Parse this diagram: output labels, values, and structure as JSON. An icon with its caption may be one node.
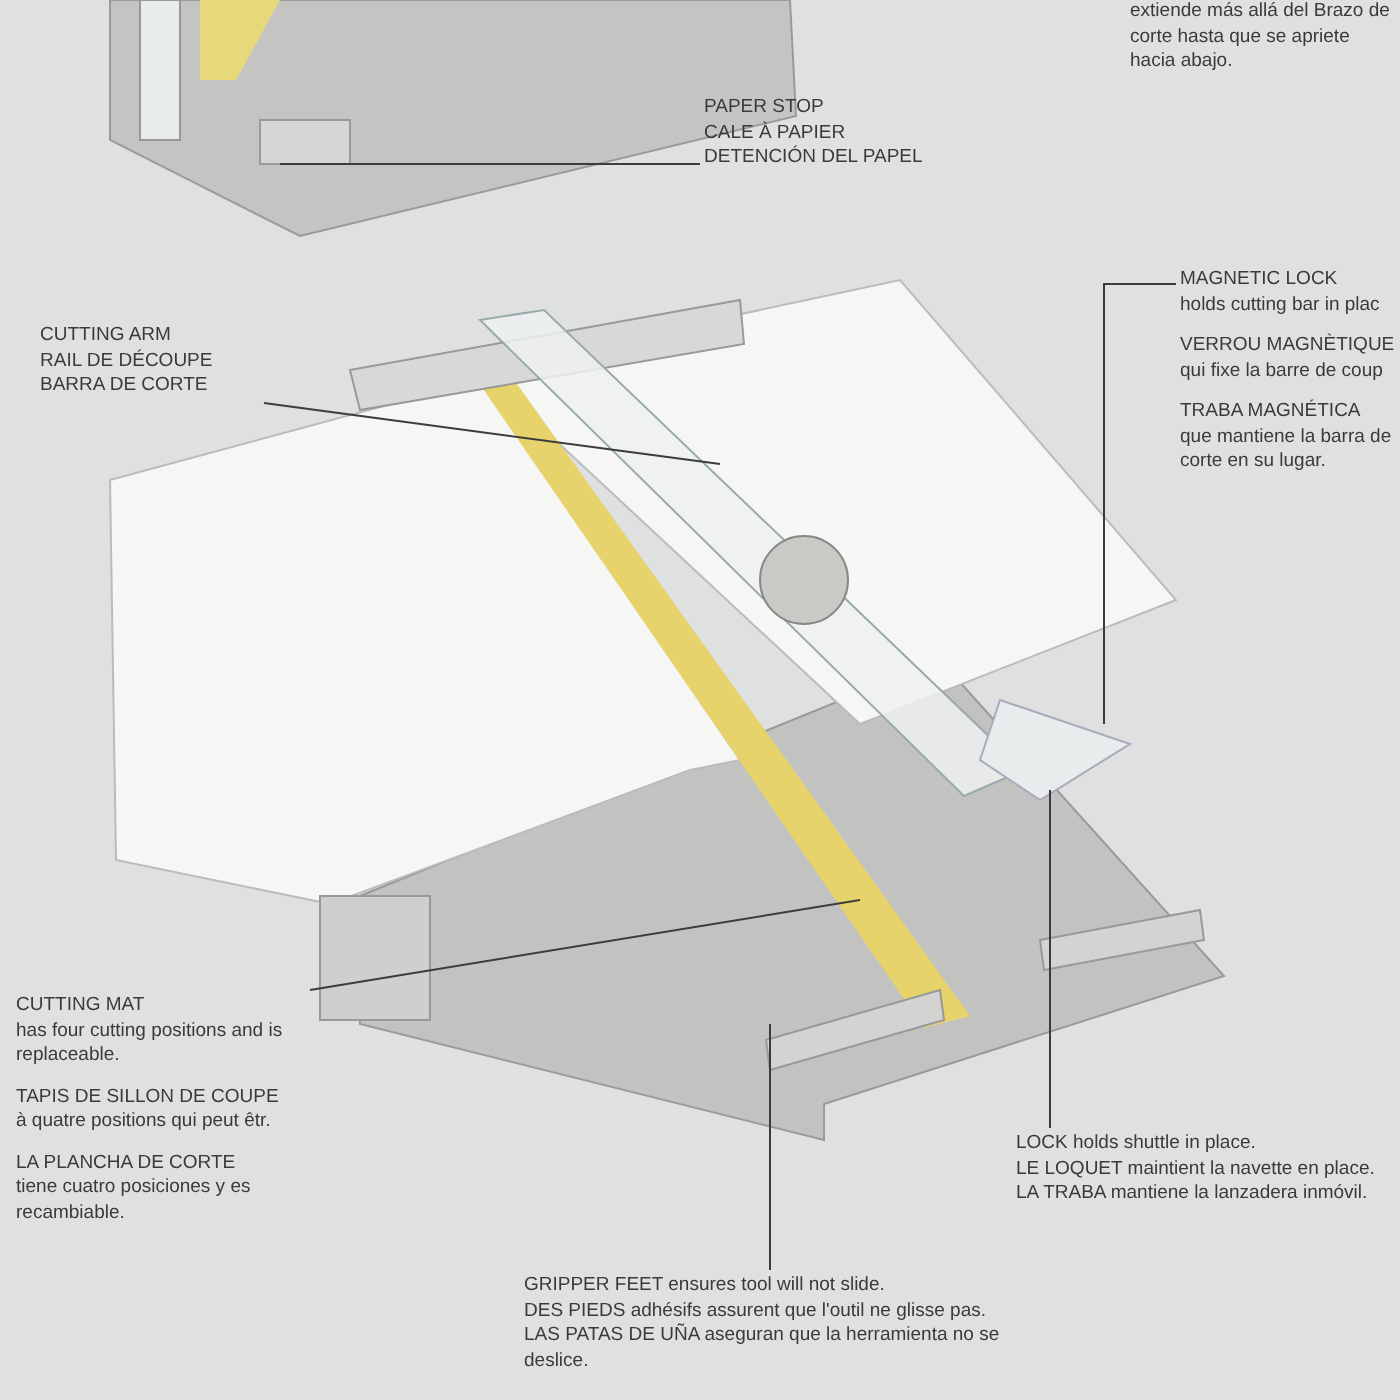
{
  "diagram": {
    "nodes": [
      {
        "text": [
          "extiende más allá del Brazo de corte hasta que se apriete hacia abajo."
        ]
      },
      {
        "text": [
          "PAPER STOP",
          "CALE À PAPIER",
          "DETENCIÓN DEL PAPEL"
        ]
      },
      {
        "text": [
          "CUTTING ARM",
          "RAIL DE DÉCOUPE",
          "BARRA DE CORTE"
        ]
      },
      {
        "text": [
          "MAGNETIC LOCK",
          "holds cutting bar in plac",
          "VERROU MAGNÈTIQUE",
          "qui fixe la barre de coup",
          "TRABA MAGNÉTICA",
          "que mantiene la barra de corte en su lugar."
        ]
      },
      {
        "text": [
          "CUTTING MAT",
          "has four cutting positions and is replaceable.",
          "TAPIS DE SILLON DE COUPE",
          "à quatre positions qui peut êtr.",
          "LA PLANCHA DE CORTE",
          "tiene cuatro posiciones y es recambiable."
        ]
      },
      {
        "text": [
          "LOCK holds shuttle in place.",
          "LE LOQUET maintient la navette en place.",
          "LA TRABA mantiene la lanzadera inmóvil."
        ]
      },
      {
        "text": [
          "GRIPPER FEET ensures tool will not slide.",
          "DES PIEDS adhésifs assurent que l'outil ne glisse pas.",
          "LAS PATAS DE UÑA aseguran que la herramienta no se deslice."
        ]
      }
    ],
    "edges": [
      {
        "from": 1,
        "to": null,
        "arrow": "none"
      },
      {
        "from": 2,
        "to": null,
        "arrow": "none"
      },
      {
        "from": 3,
        "to": null,
        "arrow": "none"
      },
      {
        "from": 4,
        "to": null,
        "arrow": "none"
      },
      {
        "from": 5,
        "to": null,
        "arrow": "none"
      },
      {
        "from": 6,
        "to": null,
        "arrow": "none"
      }
    ]
  }
}
